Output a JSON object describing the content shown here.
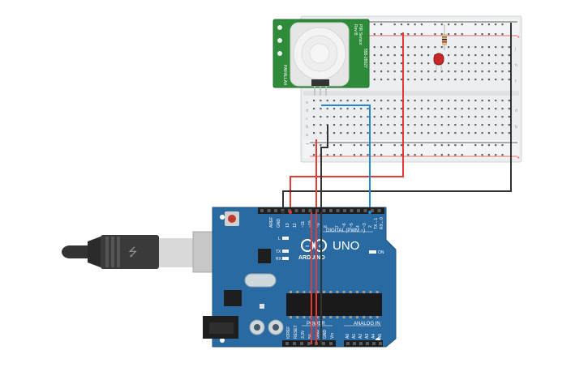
{
  "board": {
    "brand": "ARDUINO",
    "model": "UNO",
    "digital_header": "DIGITAL (PWM ~)",
    "analog_header": "ANALOG IN",
    "power_header": "POWER",
    "on_label": "ON",
    "led_l": "L",
    "led_tx": "TX",
    "led_rx": "RX",
    "digital_pins": [
      "AREF",
      "GND",
      "13",
      "12",
      "~11",
      "~10",
      "~9",
      "8",
      "7",
      "~6",
      "~5",
      "4",
      "~3",
      "2",
      "TX→1",
      "RX←0"
    ],
    "power_pins": [
      "IOREF",
      "RESET",
      "3.3V",
      "5V",
      "GND",
      "GND",
      "Vin"
    ],
    "analog_pins": [
      "A0",
      "A1",
      "A2",
      "A3",
      "A4",
      "A5"
    ]
  },
  "pir": {
    "label_left": "PIR Sensor",
    "label_right": "555-28027",
    "label_small": "Rev B",
    "label_bottom": "PARALLAX"
  },
  "breadboard": {
    "rows_top": [
      "j",
      "i",
      "h",
      "g",
      "f"
    ],
    "rows_bottom": [
      "e",
      "d",
      "c",
      "b",
      "a"
    ],
    "plus": "+",
    "minus": "−"
  },
  "colors": {
    "board": "#2a6aa3",
    "wire_red": "#e53935",
    "wire_blue": "#1e88d5",
    "wire_black": "#333333",
    "pir_pcb": "#2e8b3a",
    "led": "#c62828"
  }
}
